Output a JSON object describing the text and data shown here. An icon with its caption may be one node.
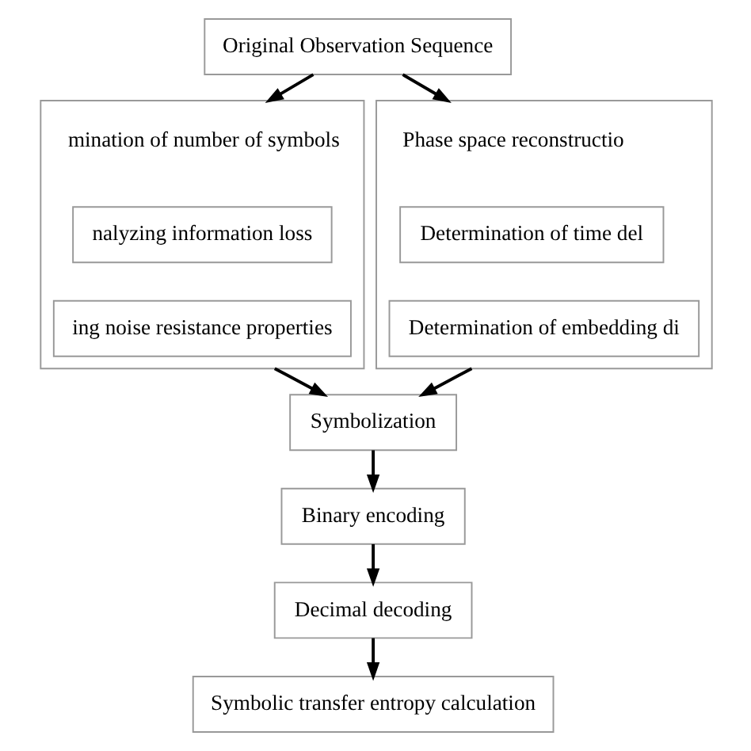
{
  "diagram": {
    "nodes": [
      {
        "text": [
          "Original Observation Sequence"
        ]
      },
      {
        "text": [
          "mination of number of symbols"
        ]
      },
      {
        "text": [
          "nalyzing information loss"
        ],
        "in": 1
      },
      {
        "text": [
          "ing noise resistance properties"
        ],
        "in": 1
      },
      {
        "text": [
          "Phase space reconstructio"
        ]
      },
      {
        "text": [
          "Determination of time del"
        ],
        "in": 4
      },
      {
        "text": [
          "Determination of embedding di"
        ],
        "in": 4
      },
      {
        "text": [
          "Symbolization"
        ]
      },
      {
        "text": [
          "Binary encoding"
        ]
      },
      {
        "text": [
          "Decimal decoding"
        ]
      },
      {
        "text": [
          "Symbolic transfer entropy calculation"
        ]
      }
    ],
    "edges": [
      {
        "from": 0,
        "to": 1,
        "arrow": "to"
      },
      {
        "from": 0,
        "to": 4,
        "arrow": "to"
      },
      {
        "from": 1,
        "to": 7,
        "arrow": "to"
      },
      {
        "from": 4,
        "to": 7,
        "arrow": "to"
      },
      {
        "from": 7,
        "to": 8,
        "arrow": "to"
      },
      {
        "from": 8,
        "to": 9,
        "arrow": "to"
      },
      {
        "from": 9,
        "to": 10,
        "arrow": "to"
      }
    ]
  }
}
